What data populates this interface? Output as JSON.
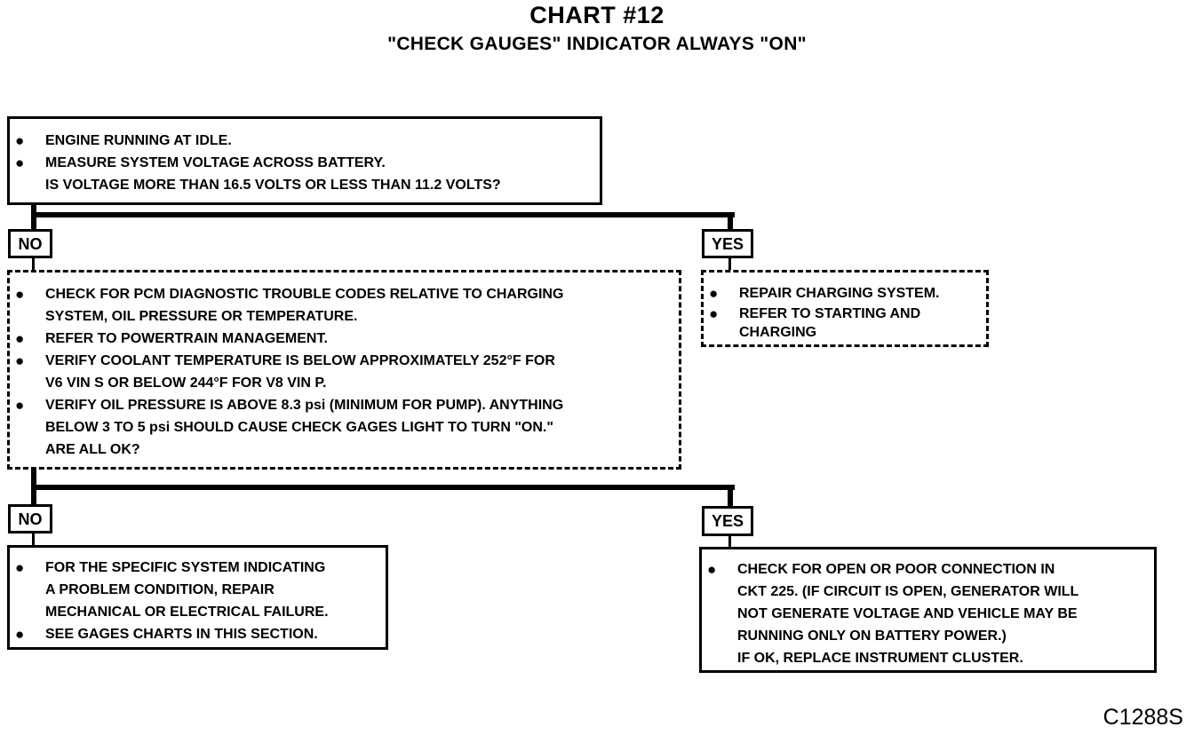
{
  "title": "CHART #12",
  "subtitle": "\"CHECK GAUGES\" INDICATOR ALWAYS \"ON\"",
  "start_box": {
    "bullets": [
      "ENGINE RUNNING AT IDLE.",
      "MEASURE SYSTEM VOLTAGE ACROSS BATTERY."
    ],
    "question": "IS VOLTAGE MORE THAN 16.5 VOLTS OR LESS THAN 11.2 VOLTS?"
  },
  "branch_labels": {
    "no": "NO",
    "yes": "YES"
  },
  "check_box": {
    "bullets": [
      "CHECK FOR PCM DIAGNOSTIC TROUBLE CODES RELATIVE TO CHARGING\nSYSTEM, OIL PRESSURE OR TEMPERATURE.",
      "REFER TO POWERTRAIN MANAGEMENT.",
      "VERIFY COOLANT TEMPERATURE IS BELOW APPROXIMATELY 252°F FOR\nV6 VIN S OR BELOW 244°F FOR V8 VIN P.",
      "VERIFY OIL PRESSURE IS ABOVE 8.3 psi (MINIMUM FOR PUMP). ANYTHING\nBELOW 3 TO 5 psi SHOULD CAUSE CHECK GAGES LIGHT TO TURN \"ON.\""
    ],
    "question": "ARE ALL OK?"
  },
  "charging_box": {
    "bullets": [
      "REPAIR CHARGING SYSTEM.",
      "REFER TO STARTING AND\nCHARGING"
    ]
  },
  "repair_box": {
    "bullets": [
      "FOR THE SPECIFIC SYSTEM INDICATING\nA PROBLEM CONDITION, REPAIR\nMECHANICAL OR ELECTRICAL FAILURE.",
      "SEE GAGES CHARTS IN THIS SECTION."
    ]
  },
  "circuit_box": {
    "bullets": [
      "CHECK FOR OPEN OR POOR CONNECTION IN\nCKT 225. (IF CIRCUIT IS OPEN, GENERATOR WILL\nNOT GENERATE VOLTAGE AND VEHICLE MAY BE\nRUNNING ONLY ON BATTERY POWER.)\nIF OK, REPLACE INSTRUMENT CLUSTER."
    ]
  },
  "figure_code": "C1288S",
  "bullet_char": "●"
}
